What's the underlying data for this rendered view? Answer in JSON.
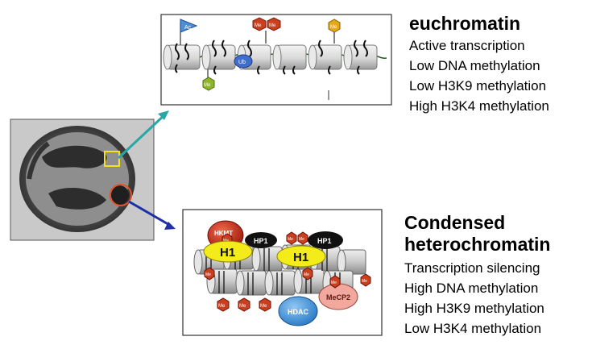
{
  "euchromatin": {
    "title": "euchromatin",
    "properties": [
      "Active transcription",
      "Low DNA methylation",
      "Low H3K9 methylation",
      "High H3K4 methylation"
    ],
    "marks": {
      "acetyl": "Ac",
      "methyl": "Me",
      "ubiquitin": "Ub"
    }
  },
  "heterochromatin": {
    "title_line1": "Condensed",
    "title_line2": "heterochromatin",
    "properties": [
      "Transcription silencing",
      "High DNA methylation",
      "High H3K9 methylation",
      "Low H3K4 methylation"
    ],
    "proteins": {
      "hkmt": "HKMT",
      "hp1": "HP1",
      "h1": "H1",
      "hdac": "HDAC",
      "mecp2": "MeCP2",
      "methyl": "Me"
    }
  },
  "colors": {
    "acetyl": "#4d8fd6",
    "methyl_red": "#c8401f",
    "methyl_yellow": "#e6a817",
    "methyl_green": "#8fb52b",
    "ubiquitin": "#3f6ccf",
    "h1": "#f4ec1a",
    "hp1": "#111111",
    "hkmt": "#c9291a",
    "hdac": "#3d8fd8",
    "mecp2": "#f2a89c",
    "arrow_teal": "#2aa6a6",
    "arrow_blue": "#1f2fa8"
  }
}
